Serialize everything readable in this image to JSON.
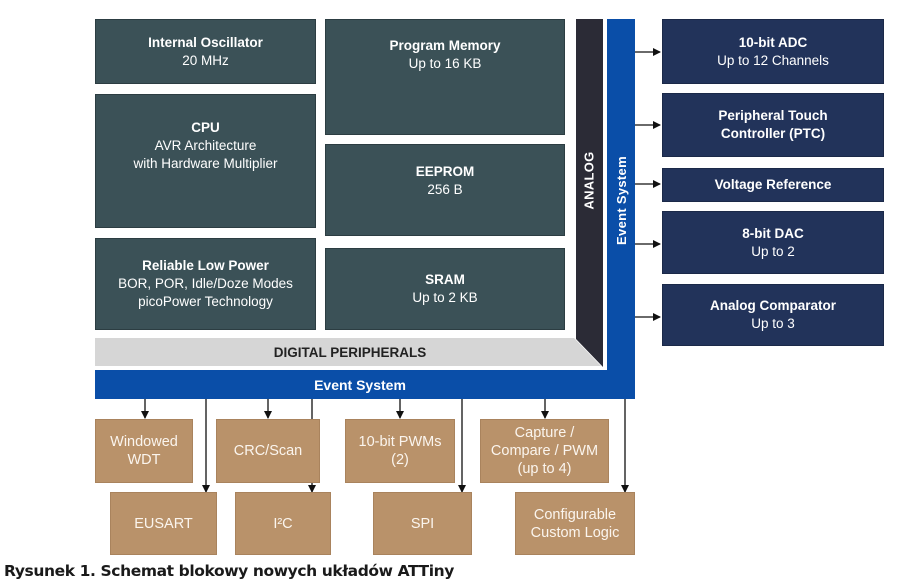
{
  "core_blocks": {
    "internal_oscillator": {
      "title": "Internal Oscillator",
      "lines": [
        "20 MHz"
      ]
    },
    "cpu": {
      "title": "CPU",
      "lines": [
        "AVR Architecture",
        "with Hardware Multiplier"
      ]
    },
    "low_power": {
      "title": "Reliable Low Power",
      "lines": [
        "BOR, POR, Idle/Doze Modes",
        "picoPower Technology"
      ]
    },
    "program_memory": {
      "title": "Program Memory",
      "lines": [
        "Up to 16 KB"
      ]
    },
    "eeprom": {
      "title": "EEPROM",
      "lines": [
        "256 B"
      ]
    },
    "sram": {
      "title": "SRAM",
      "lines": [
        "Up to 2 KB"
      ]
    }
  },
  "buses": {
    "analog": "ANALOG",
    "digital_peripherals": "DIGITAL PERIPHERALS",
    "event_system_vertical": "Event System",
    "event_system_horizontal": "Event System"
  },
  "analog_blocks": [
    {
      "title": "10-bit ADC",
      "lines": [
        "Up to 12 Channels"
      ]
    },
    {
      "title": "Peripheral Touch",
      "lines": [
        "Controller (PTC)"
      ],
      "all_bold": true
    },
    {
      "title": "Voltage Reference",
      "lines": []
    },
    {
      "title": "8-bit DAC",
      "lines": [
        "Up to 2"
      ]
    },
    {
      "title": "Analog Comparator",
      "lines": [
        "Up to 3"
      ]
    }
  ],
  "digital_blocks_row1": [
    {
      "lines": [
        "Windowed",
        "WDT"
      ]
    },
    {
      "lines": [
        "CRC/Scan"
      ]
    },
    {
      "lines": [
        "10-bit PWMs",
        "(2)"
      ]
    },
    {
      "lines": [
        "Capture /",
        "Compare / PWM",
        "(up to 4)"
      ]
    }
  ],
  "digital_blocks_row2": [
    {
      "lines": [
        "EUSART"
      ]
    },
    {
      "lines": [
        "I²C"
      ]
    },
    {
      "lines": [
        "SPI"
      ]
    },
    {
      "lines": [
        "Configurable",
        "Custom Logic"
      ]
    }
  ],
  "caption": "Rysunek 1. Schemat blokowy nowych układów ATTiny",
  "colors": {
    "core_block": "#3b5157",
    "analog_block": "#22335a",
    "digital_block": "#b9926a",
    "event_system": "#0a4ea8",
    "analog_bus": "#2b2b36",
    "digital_bus": "#d6d6d6"
  }
}
